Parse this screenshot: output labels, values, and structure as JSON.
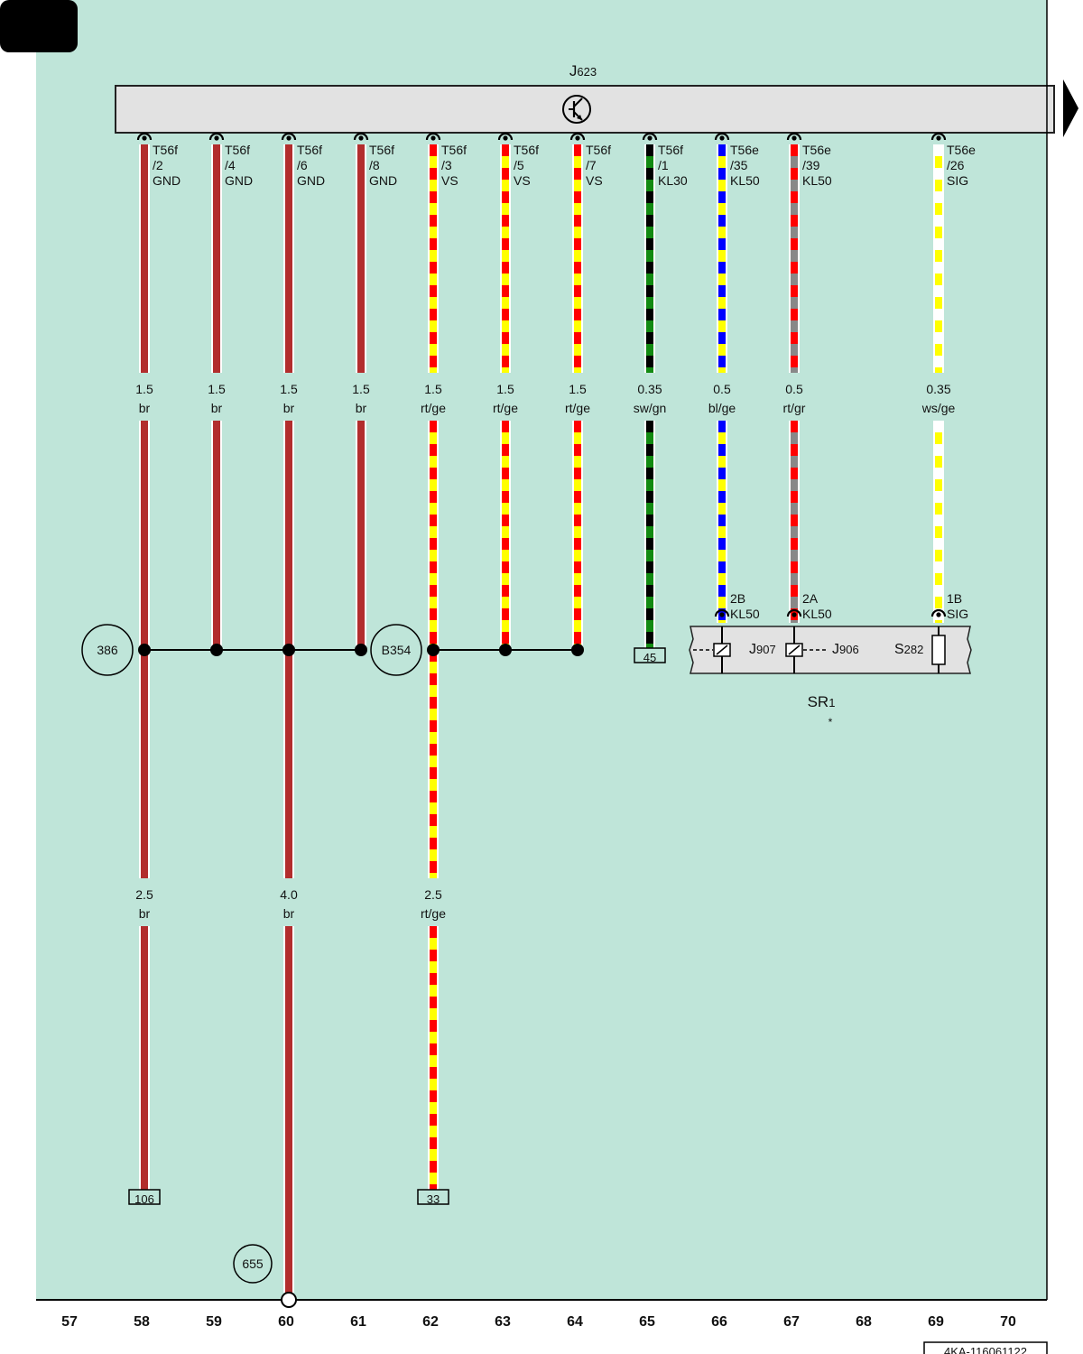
{
  "page": {
    "control_unit": {
      "letter": "J",
      "sub": "623"
    },
    "footer_code": "4KA-116061122",
    "page_bg": "#bfe5d9"
  },
  "grid_numbers": [
    "57",
    "58",
    "59",
    "60",
    "61",
    "62",
    "63",
    "64",
    "65",
    "66",
    "67",
    "68",
    "69",
    "70"
  ],
  "wires": [
    {
      "pin": [
        "T56f",
        "/2",
        "GND"
      ],
      "gauge": "1.5",
      "color_code": "br",
      "colors": [
        "#b22d2d"
      ]
    },
    {
      "pin": [
        "T56f",
        "/4",
        "GND"
      ],
      "gauge": "1.5",
      "color_code": "br",
      "colors": [
        "#b22d2d"
      ]
    },
    {
      "pin": [
        "T56f",
        "/6",
        "GND"
      ],
      "gauge": "1.5",
      "color_code": "br",
      "colors": [
        "#b22d2d"
      ]
    },
    {
      "pin": [
        "T56f",
        "/8",
        "GND"
      ],
      "gauge": "1.5",
      "color_code": "br",
      "colors": [
        "#b22d2d"
      ]
    },
    {
      "pin": [
        "T56f",
        "/3",
        "VS"
      ],
      "gauge": "1.5",
      "color_code": "rt/ge",
      "colors": [
        "#ff0000",
        "#ffff00"
      ]
    },
    {
      "pin": [
        "T56f",
        "/5",
        "VS"
      ],
      "gauge": "1.5",
      "color_code": "rt/ge",
      "colors": [
        "#ff0000",
        "#ffff00"
      ]
    },
    {
      "pin": [
        "T56f",
        "/7",
        "VS"
      ],
      "gauge": "1.5",
      "color_code": "rt/ge",
      "colors": [
        "#ff0000",
        "#ffff00"
      ]
    },
    {
      "pin": [
        "T56f",
        "/1",
        "KL30"
      ],
      "gauge": "0.35",
      "color_code": "sw/gn",
      "colors": [
        "#000000",
        "#128a12"
      ]
    },
    {
      "pin": [
        "T56e",
        "/35",
        "KL50"
      ],
      "gauge": "0.5",
      "color_code": "bl/ge",
      "colors": [
        "#0000ff",
        "#ffff00"
      ]
    },
    {
      "pin": [
        "T56e",
        "/39",
        "KL50"
      ],
      "gauge": "0.5",
      "color_code": "rt/gr",
      "colors": [
        "#ff0000",
        "#888888"
      ]
    },
    {
      "pin": [
        "T56e",
        "/26",
        "SIG"
      ],
      "gauge": "0.35",
      "color_code": "ws/ge",
      "colors": [
        "#ffffff",
        "#ffff00"
      ]
    }
  ],
  "lower_wires": [
    {
      "gauge": "2.5",
      "color_code": "br"
    },
    {
      "gauge": "4.0",
      "color_code": "br"
    },
    {
      "gauge": "2.5",
      "color_code": "rt/ge"
    }
  ],
  "ground_points": [
    "386",
    "B354",
    "655"
  ],
  "refs": [
    "45",
    "106",
    "33"
  ],
  "relay_box": {
    "pins": [
      [
        "2B",
        "KL50"
      ],
      [
        "2A",
        "KL50"
      ],
      [
        "1B",
        "SIG"
      ]
    ],
    "components": [
      {
        "letter": "J",
        "sub": "907"
      },
      {
        "letter": "J",
        "sub": "906"
      },
      {
        "letter": "S",
        "sub": "282"
      }
    ],
    "name": {
      "letter": "SR",
      "sub": "1"
    },
    "note": "*"
  }
}
